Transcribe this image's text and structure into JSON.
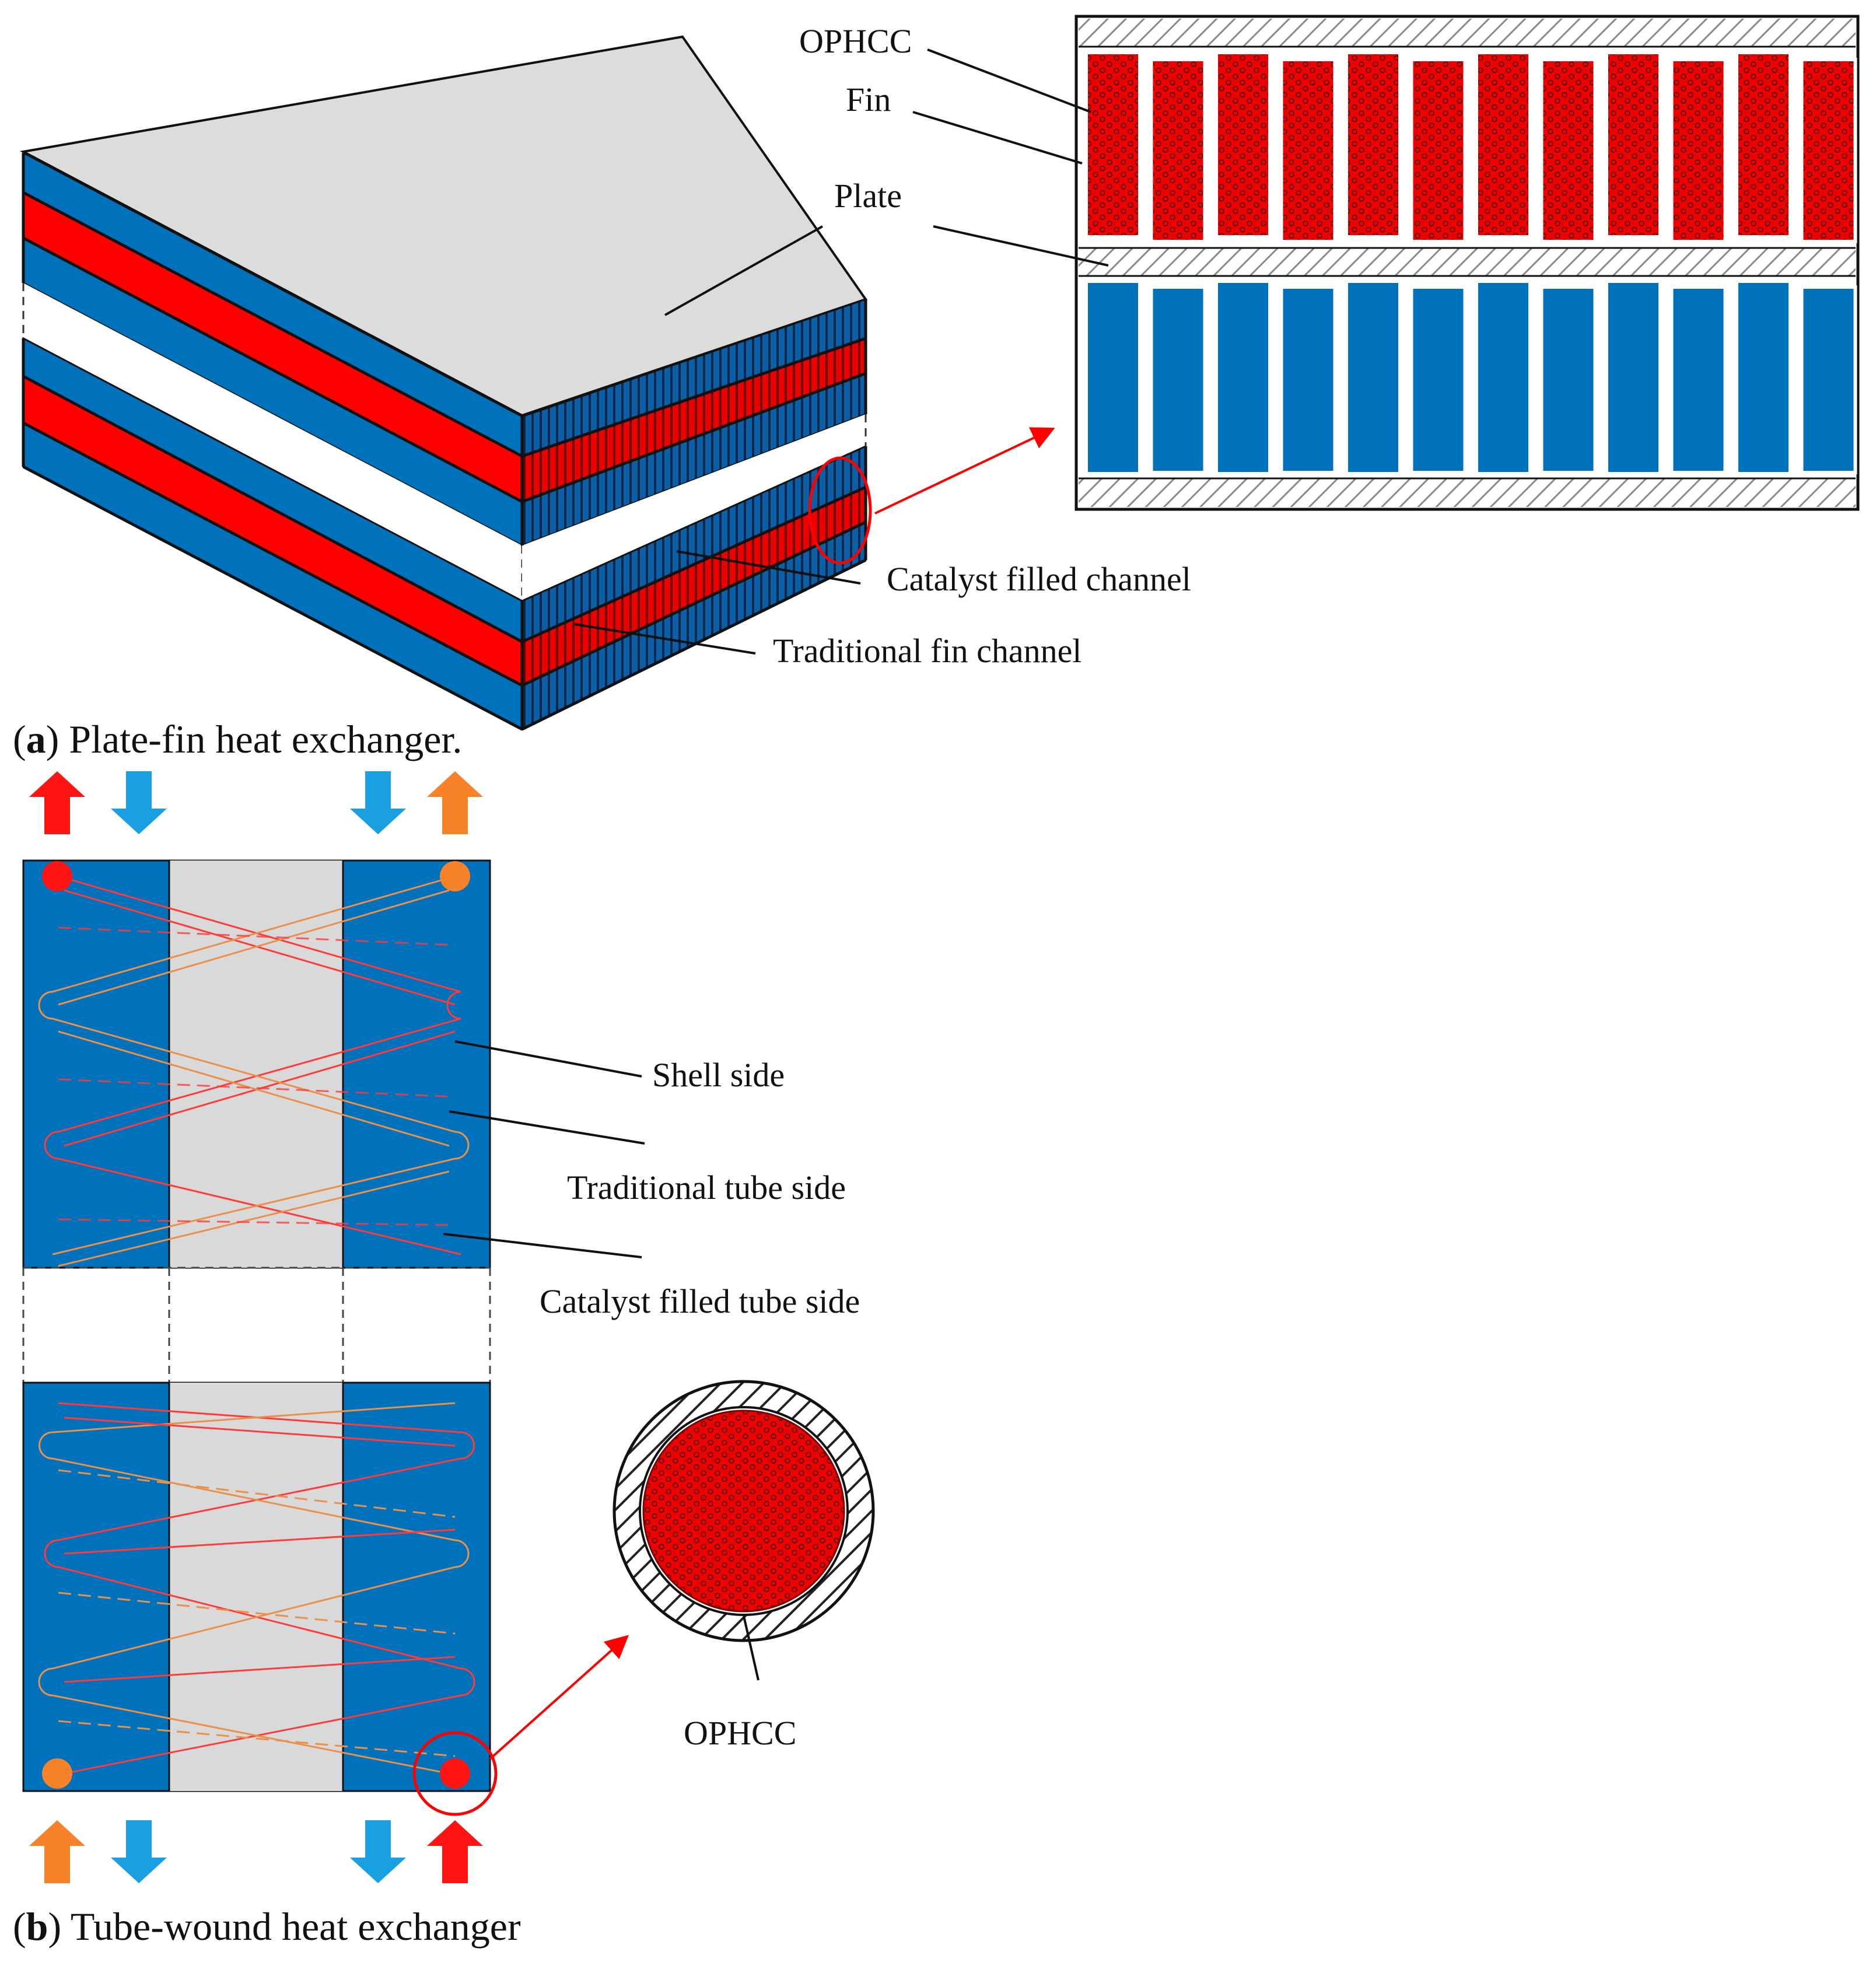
{
  "colors": {
    "shell_blue": "#0072bc",
    "catalyst_red": "#ff0000",
    "hot_red": "#ff1414",
    "warm_orange": "#f7822a",
    "cold_blue": "#1aa0e0",
    "plate_gray": "#dcdcdc",
    "core_gray": "#d9d9d9"
  },
  "panel_a": {
    "label_ophcc": "OPHCC",
    "label_fin": "Fin",
    "label_plate": "Plate",
    "label_catalyst_channel": "Catalyst filled channel",
    "label_traditional_channel": "Traditional fin channel",
    "caption_letter": "a",
    "caption_text": ") Plate-fin heat exchanger."
  },
  "panel_b": {
    "label_shell": "Shell side",
    "label_traditional_tube": "Traditional tube side",
    "label_catalyst_tube": "Catalyst filled tube side",
    "label_ophcc": "OPHCC",
    "caption_letter": "b",
    "caption_text": ") Tube-wound heat exchanger",
    "arrows_top": [
      "hot-out",
      "cold-in",
      "cold-in",
      "warm-out"
    ],
    "arrows_bottom": [
      "warm-in",
      "cold-out",
      "cold-out",
      "hot-in"
    ]
  }
}
